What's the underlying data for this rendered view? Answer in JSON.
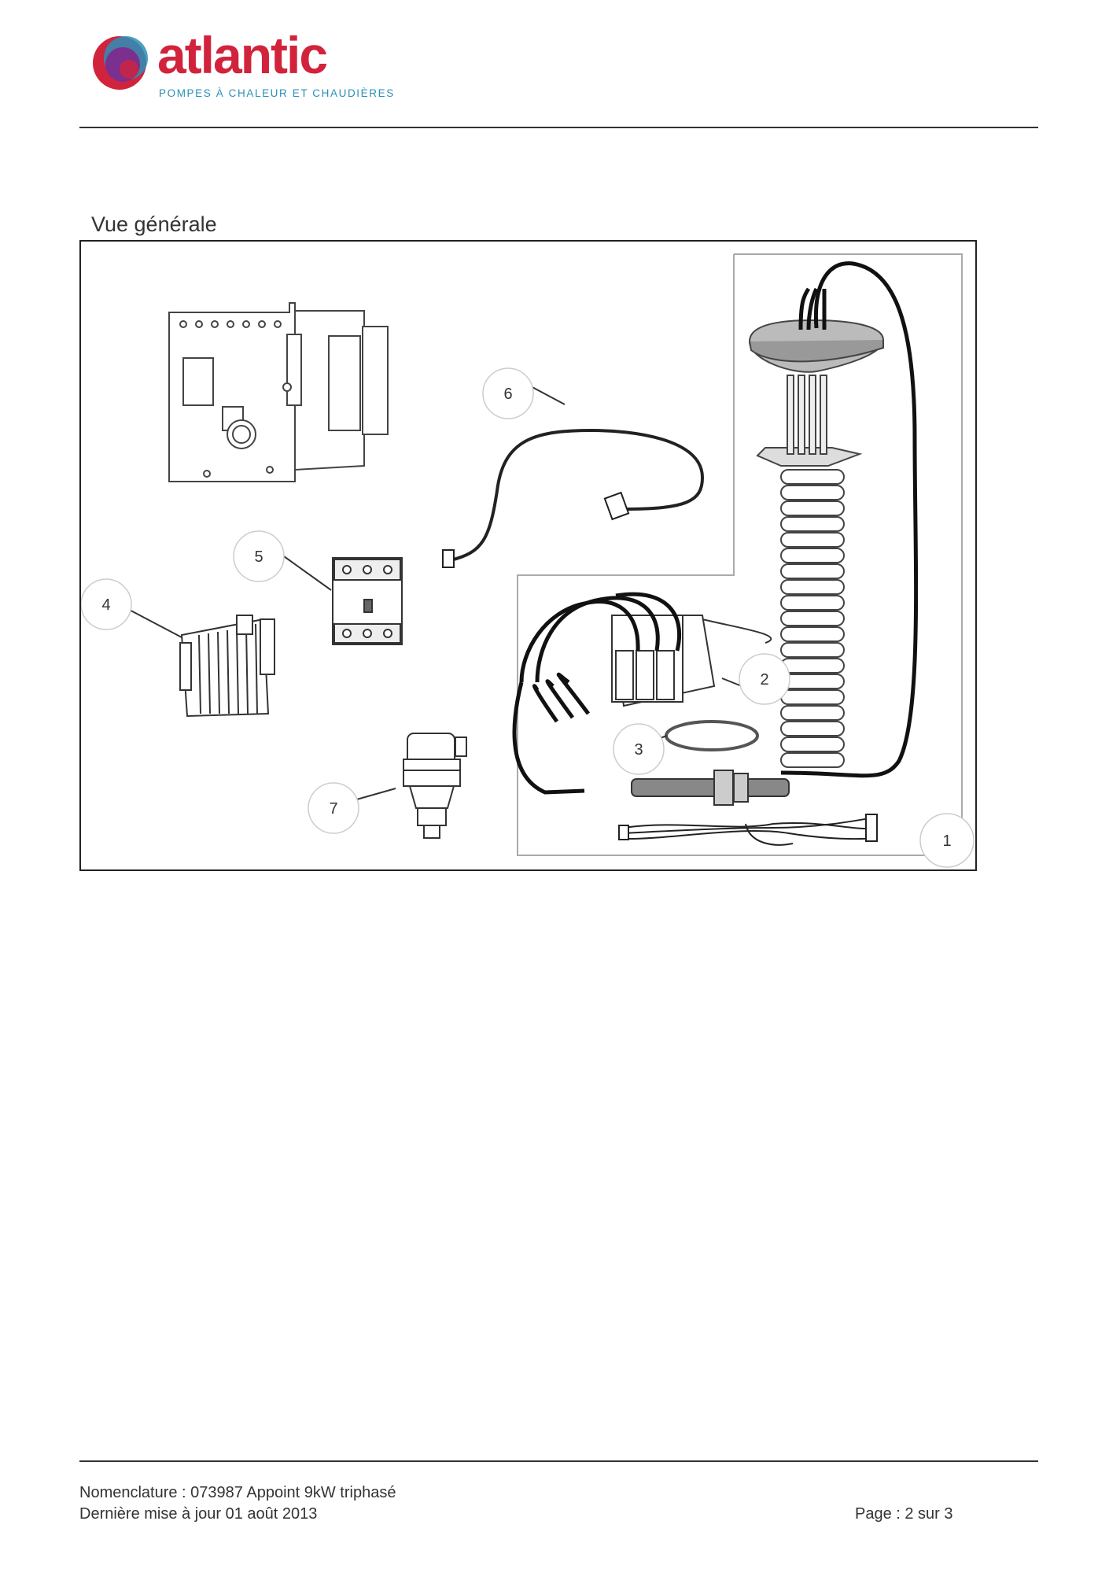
{
  "brand": {
    "name": "atlantic",
    "tagline": "POMPES À CHALEUR ET CHAUDIÈRES",
    "colors": {
      "red": "#d2233c",
      "blue": "#2a8fb8",
      "purple": "#7b2f8e"
    }
  },
  "section_title": "Vue générale",
  "figure": {
    "callouts": [
      "1",
      "2",
      "3",
      "4",
      "5",
      "6",
      "7"
    ]
  },
  "footer": {
    "line1": "Nomenclature : 073987 Appoint 9kW triphasé",
    "line2": "Dernière mise à jour 01 août 2013",
    "page": "Page : 2 sur 3"
  }
}
